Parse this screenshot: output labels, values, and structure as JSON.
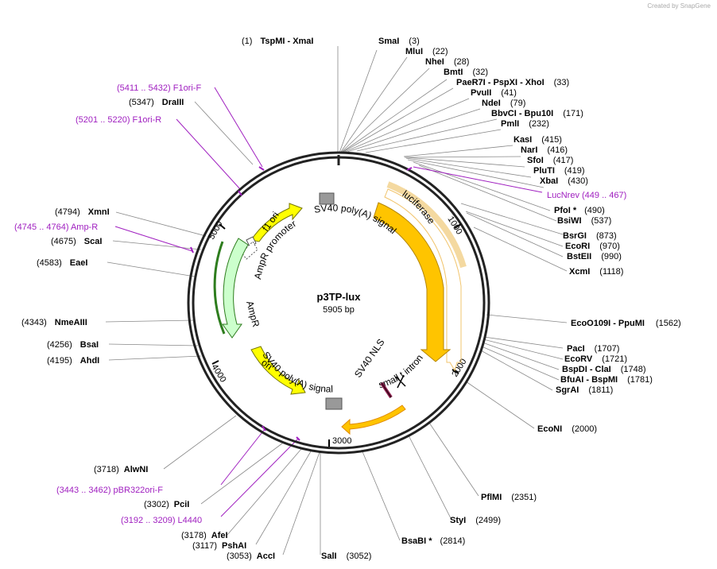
{
  "credit": "Created by SnapGene",
  "plasmid": {
    "name": "p3TP-lux",
    "size_label": "5905 bp"
  },
  "ticks": [
    "1000",
    "2000",
    "3000",
    "4000",
    "5000"
  ],
  "features": {
    "f1ori": "f1 ori",
    "ampr_promoter": "AmpR promoter",
    "ampr": "AmpR",
    "ori": "ori",
    "sv40_polya_bottom": "SV40 poly(A) signal",
    "sv40_polya_top": "SV40 poly(A) signal",
    "luciferase": "luciferase",
    "small_t_intron": "small t intron",
    "sv40_nls": "SV40 NLS"
  },
  "sites": [
    {
      "prefix": "(1)",
      "name": "TspMI   - XmaI",
      "suffix": ""
    },
    {
      "prefix": "",
      "name": "SmaI",
      "suffix": "(3)"
    },
    {
      "prefix": "",
      "name": "MluI",
      "suffix": "(22)"
    },
    {
      "prefix": "",
      "name": "NheI",
      "suffix": "(28)"
    },
    {
      "prefix": "",
      "name": "BmtI",
      "suffix": "(32)"
    },
    {
      "prefix": "",
      "name": "PaeR7I   - PspXI   - XhoI",
      "suffix": "(33)"
    },
    {
      "prefix": "",
      "name": "PvuII",
      "suffix": "(41)"
    },
    {
      "prefix": "",
      "name": "NdeI",
      "suffix": "(79)"
    },
    {
      "prefix": "",
      "name": "BbvCI   - Bpu10I",
      "suffix": "(171)"
    },
    {
      "prefix": "",
      "name": "PmlI",
      "suffix": "(232)"
    },
    {
      "prefix": "",
      "name": "KasI",
      "suffix": "(415)"
    },
    {
      "prefix": "",
      "name": "NarI",
      "suffix": "(416)"
    },
    {
      "prefix": "",
      "name": "SfoI",
      "suffix": "(417)"
    },
    {
      "prefix": "",
      "name": "PluTI",
      "suffix": "(419)"
    },
    {
      "prefix": "",
      "name": "XbaI",
      "suffix": "(430)"
    },
    {
      "prefix": "",
      "name": "PfoI *",
      "suffix": "(490)"
    },
    {
      "prefix": "",
      "name": "BsiWI",
      "suffix": "(537)"
    },
    {
      "prefix": "",
      "name": "BsrGI",
      "suffix": "(873)"
    },
    {
      "prefix": "",
      "name": "EcoRI",
      "suffix": "(970)"
    },
    {
      "prefix": "",
      "name": "BstEII",
      "suffix": "(990)"
    },
    {
      "prefix": "",
      "name": "XcmI",
      "suffix": "(1118)"
    },
    {
      "prefix": "",
      "name": "EcoO109I   - PpuMI",
      "suffix": "(1562)"
    },
    {
      "prefix": "",
      "name": "PacI",
      "suffix": "(1707)"
    },
    {
      "prefix": "",
      "name": "EcoRV",
      "suffix": "(1721)"
    },
    {
      "prefix": "",
      "name": "BspDI   - ClaI",
      "suffix": "(1748)"
    },
    {
      "prefix": "",
      "name": "BfuAI   - BspMI",
      "suffix": "(1781)"
    },
    {
      "prefix": "",
      "name": "SgrAI",
      "suffix": "(1811)"
    },
    {
      "prefix": "",
      "name": "EcoNI",
      "suffix": "(2000)"
    },
    {
      "prefix": "",
      "name": "PflMI",
      "suffix": "(2351)"
    },
    {
      "prefix": "",
      "name": "StyI",
      "suffix": "(2499)"
    },
    {
      "prefix": "",
      "name": "BsaBI *",
      "suffix": "(2814)"
    },
    {
      "prefix": "",
      "name": "SalI",
      "suffix": "(3052)"
    },
    {
      "prefix": "(3053)",
      "name": "AccI",
      "suffix": ""
    },
    {
      "prefix": "(3117)",
      "name": "PshAI",
      "suffix": ""
    },
    {
      "prefix": "(3178)",
      "name": "AfeI",
      "suffix": ""
    },
    {
      "prefix": "(3302)",
      "name": "PciI",
      "suffix": ""
    },
    {
      "prefix": "(3718)",
      "name": "AlwNI",
      "suffix": ""
    },
    {
      "prefix": "(4195)",
      "name": "AhdI",
      "suffix": ""
    },
    {
      "prefix": "(4256)",
      "name": "BsaI",
      "suffix": ""
    },
    {
      "prefix": "(4343)",
      "name": "NmeAIII",
      "suffix": ""
    },
    {
      "prefix": "(4583)",
      "name": "EaeI",
      "suffix": ""
    },
    {
      "prefix": "(4675)",
      "name": "ScaI",
      "suffix": ""
    },
    {
      "prefix": "(4794)",
      "name": "XmnI",
      "suffix": ""
    },
    {
      "prefix": "(5347)",
      "name": "DraIII",
      "suffix": ""
    }
  ],
  "primers": [
    {
      "text": "(5411 .. 5432)  F1ori-F"
    },
    {
      "text": "(5201 .. 5220)  F1ori-R"
    },
    {
      "text": "LucNrev   (449 .. 467)"
    },
    {
      "text": "(4745 .. 4764)  Amp-R"
    },
    {
      "text": "(3443 .. 3462)  pBR322ori-F"
    },
    {
      "text": "(3192 .. 3209)  L4440"
    }
  ],
  "colors": {
    "backbone": "#222222",
    "primer": "#a020c0",
    "luciferase": "#ffc400",
    "luciferase_halo": "#f4d9a0",
    "f1ori": "#ffff00",
    "ampr": "#ccffcc",
    "ampr_halo": "#2e7d1e",
    "sv40": "#999999",
    "leader": "#888888"
  }
}
